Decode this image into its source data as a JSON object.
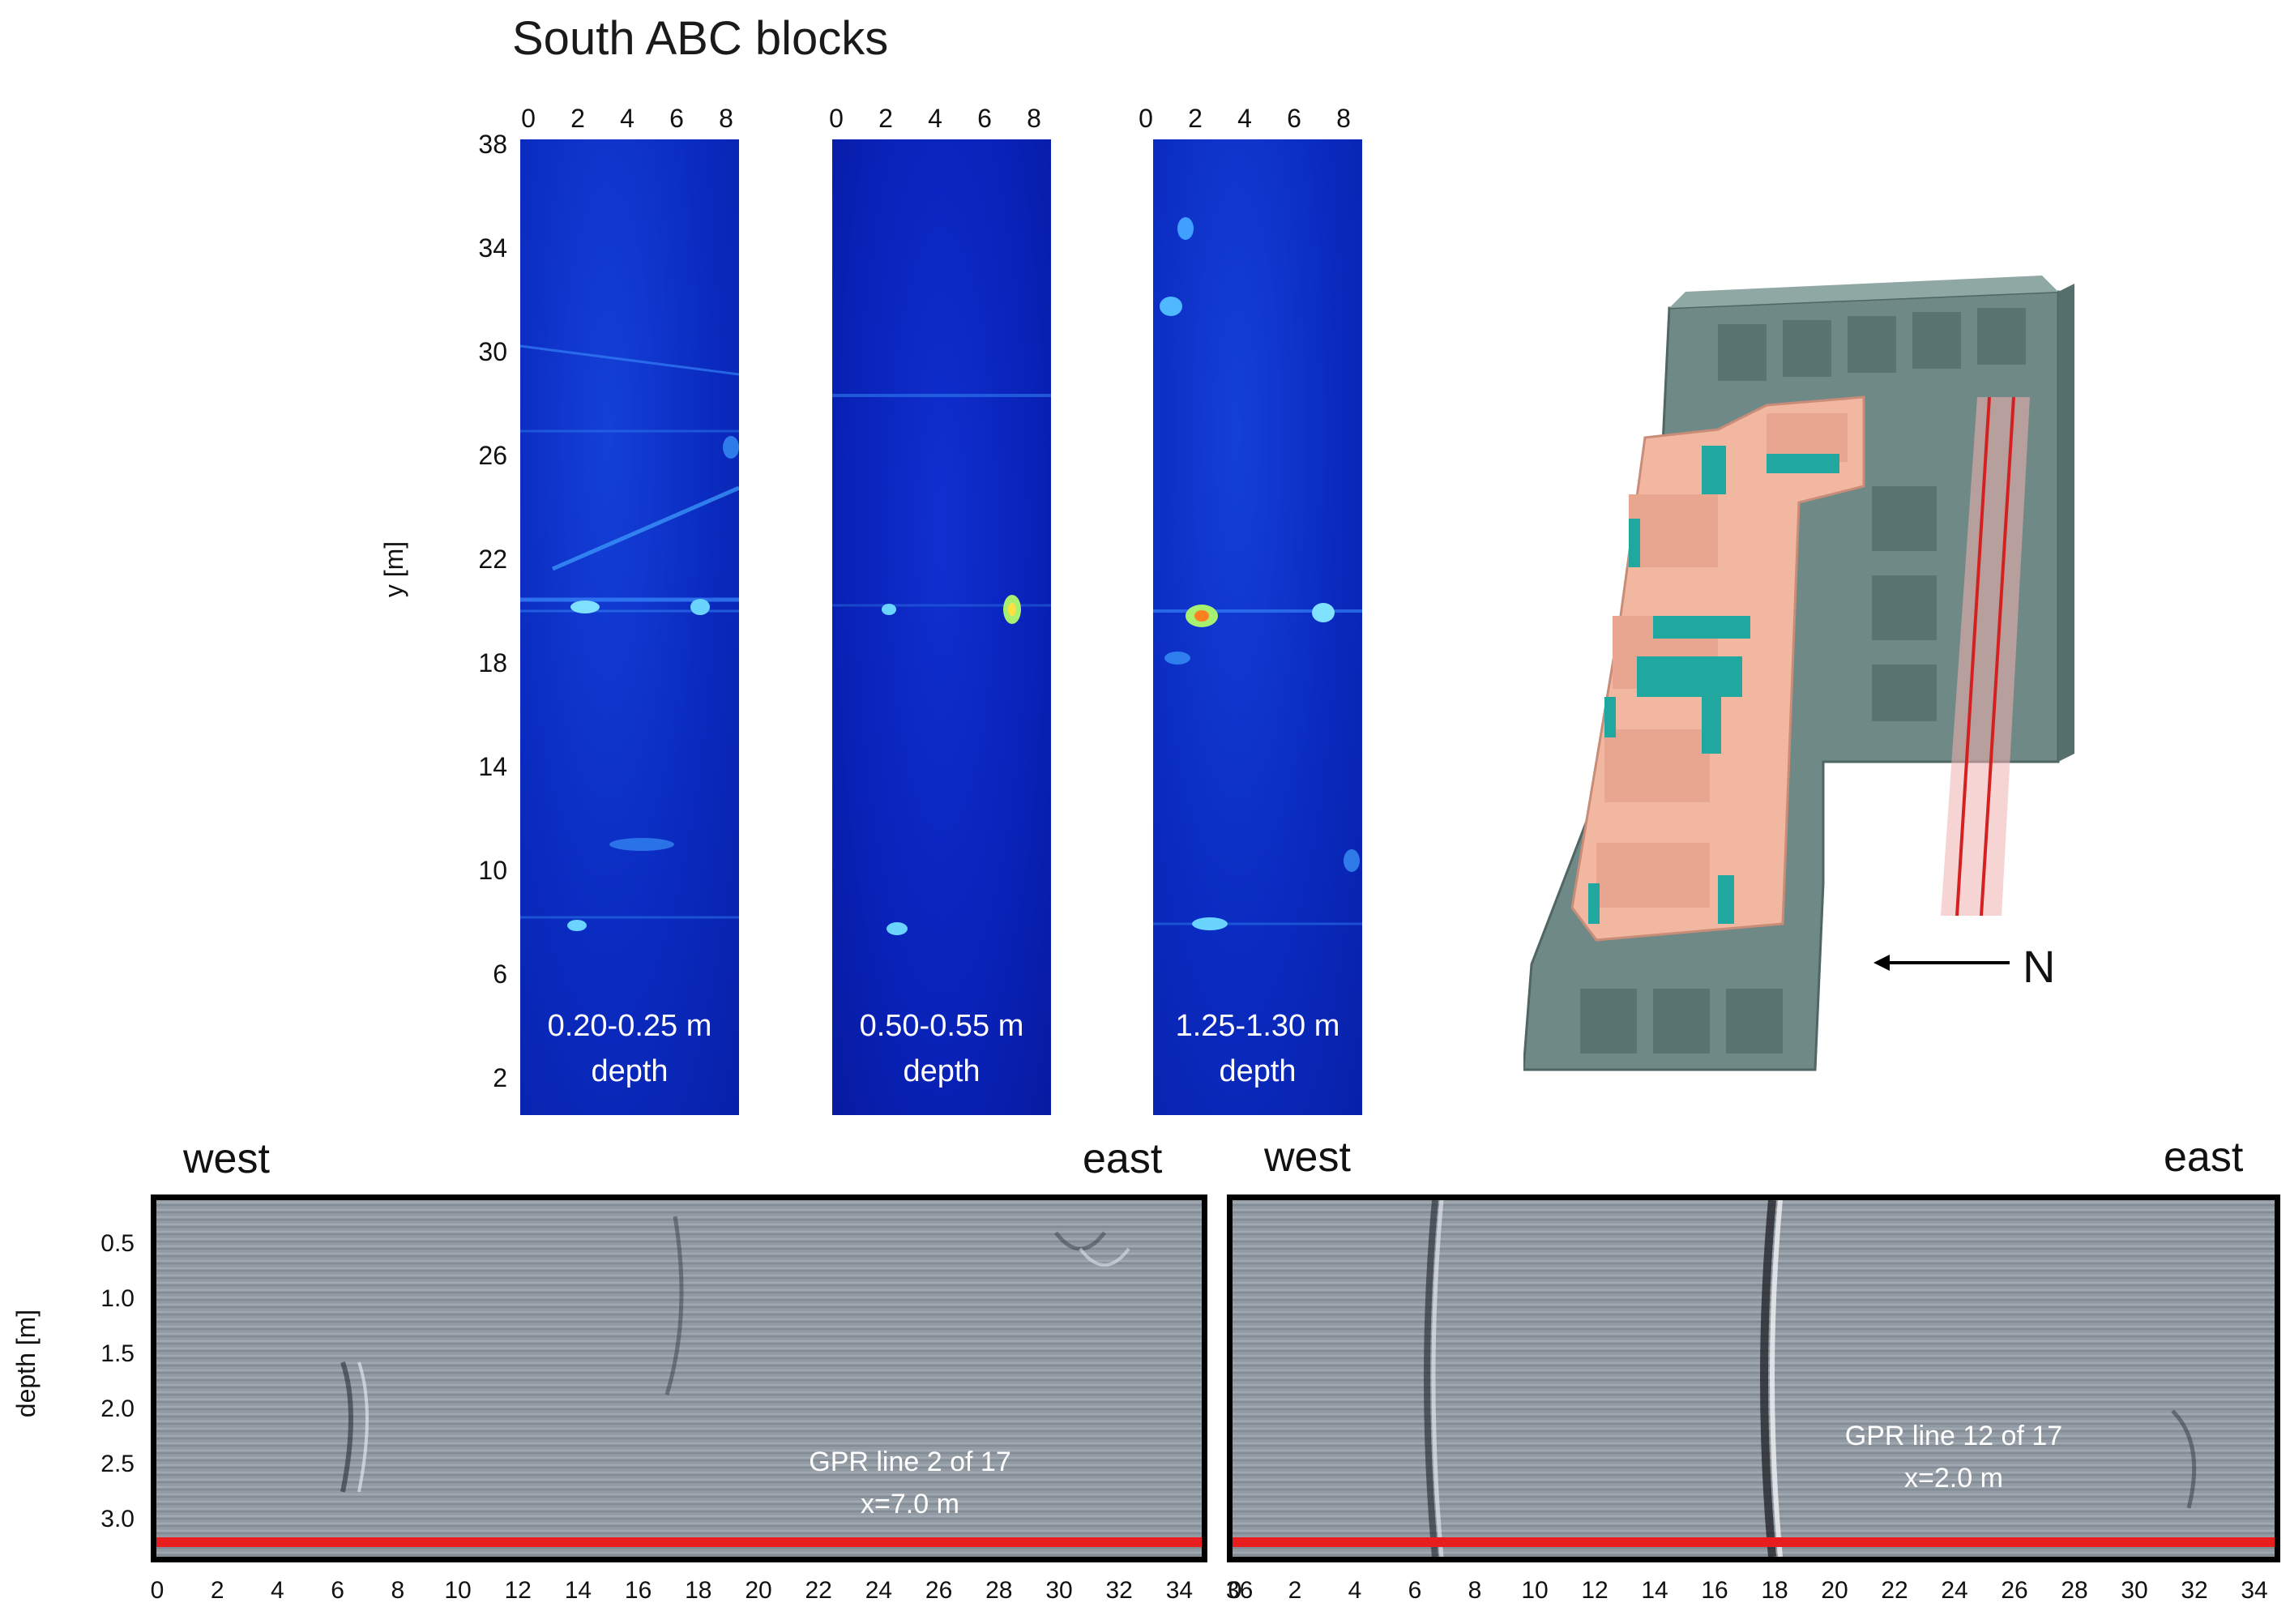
{
  "title": "South ABC blocks",
  "slices": {
    "x_ticks": [
      "0",
      "2",
      "4",
      "6",
      "8"
    ],
    "y_ticks": [
      "38",
      "34",
      "30",
      "26",
      "22",
      "18",
      "14",
      "10",
      "6",
      "2"
    ],
    "y_label": "y [m]",
    "panels": [
      {
        "caption_line1": "0.20-0.25 m",
        "caption_line2": "depth"
      },
      {
        "caption_line1": "0.50-0.55 m",
        "caption_line2": "depth"
      },
      {
        "caption_line1": "1.25-1.30 m",
        "caption_line2": "depth"
      }
    ]
  },
  "model": {
    "north_label": "N",
    "colors": {
      "walls": "#6f8a86",
      "excavated": "#f2b7a0",
      "features": "#1fa7a0",
      "gpr_line": "#d42020"
    }
  },
  "sections": {
    "depth_label": "depth [m]",
    "depth_ticks": [
      "0.5",
      "1.0",
      "1.5",
      "2.0",
      "2.5",
      "3.0"
    ],
    "x_ticks": [
      "0",
      "2",
      "4",
      "6",
      "8",
      "10",
      "12",
      "14",
      "16",
      "18",
      "20",
      "22",
      "24",
      "26",
      "28",
      "30",
      "32",
      "34",
      "36"
    ],
    "panels": [
      {
        "west": "west",
        "east": "east",
        "caption_line1": "GPR line 2 of 17",
        "caption_line2": "x=7.0 m"
      },
      {
        "west": "west",
        "east": "east",
        "caption_line1": "GPR line 12 of 17",
        "caption_line2": "x=2.0 m"
      }
    ]
  }
}
